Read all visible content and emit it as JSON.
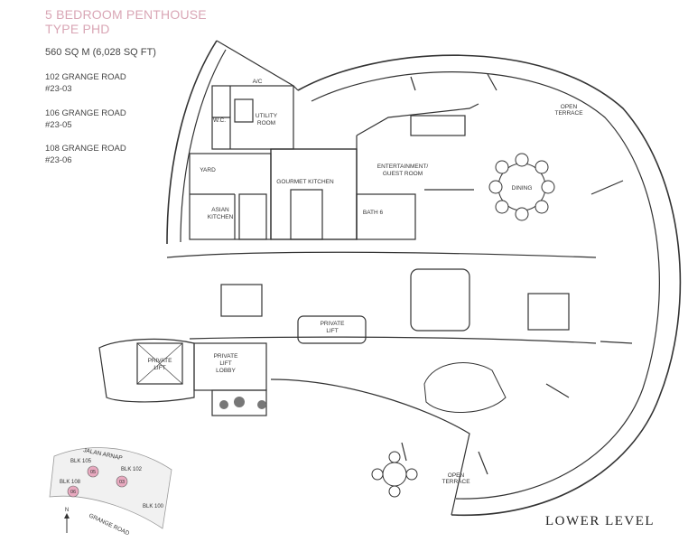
{
  "header": {
    "title_line1": "5 BEDROOM PENTHOUSE",
    "title_line2": "TYPE PHD",
    "area": "560 SQ M (6,028 SQ FT)",
    "units": [
      {
        "road": "102 GRANGE ROAD",
        "unit": "#23-03"
      },
      {
        "road": "106 GRANGE ROAD",
        "unit": "#23-05"
      },
      {
        "road": "108 GRANGE ROAD",
        "unit": "#23-06"
      }
    ]
  },
  "rooms": {
    "ac": "A/C",
    "wc": "W.C.",
    "utility_1": "UTILITY",
    "utility_2": "ROOM",
    "yard": "YARD",
    "gourmet_kitchen": "GOURMET KITCHEN",
    "asian_kitchen_1": "ASIAN",
    "asian_kitchen_2": "KITCHEN",
    "entertainment_1": "ENTERTAINMENT/",
    "entertainment_2": "GUEST ROOM",
    "bath": "BATH 6",
    "dining": "DINING",
    "open_terrace_top_1": "OPEN",
    "open_terrace_top_2": "TERRACE",
    "open_terrace_bottom_1": "OPEN",
    "open_terrace_bottom_2": "TERRACE",
    "private_lift_left_1": "PRIVATE",
    "private_lift_left_2": "LIFT",
    "private_lift_lobby_1": "PRIVATE",
    "private_lift_lobby_2": "LIFT",
    "private_lift_lobby_3": "LOBBY",
    "private_lift_center_1": "PRIVATE",
    "private_lift_center_2": "LIFT"
  },
  "keyplan": {
    "road_top": "JALAN ARNAP",
    "road_bottom": "GRANGE ROAD",
    "north": "N",
    "blk105": "BLK 105",
    "blk102": "BLK 102",
    "blk108": "BLK 108",
    "blk100": "BLK 100",
    "u05": "05",
    "u03": "03",
    "u06": "06"
  },
  "footer": "LOWER LEVEL"
}
